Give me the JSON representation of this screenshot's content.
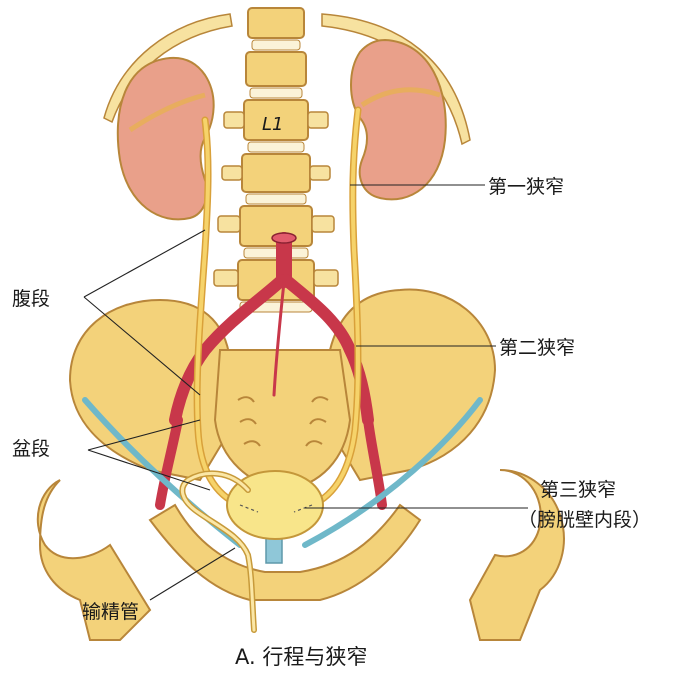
{
  "diagram": {
    "vertebra_label": "L1",
    "labels": {
      "first_narrowing": "第一狭窄",
      "abdominal_segment": "腹段",
      "second_narrowing": "第二狭窄",
      "pelvic_segment": "盆段",
      "third_narrowing": "第三狭窄",
      "intramural_segment": "（膀胱壁内段）",
      "vas_deferens": "输精管"
    },
    "caption": "A. 行程与狭窄",
    "colors": {
      "bone": "#f3d27a",
      "kidney": "#e9a08a",
      "ureter": "#f6d36a",
      "artery": "#c8374a",
      "ligament": "#6fb8c9"
    }
  }
}
